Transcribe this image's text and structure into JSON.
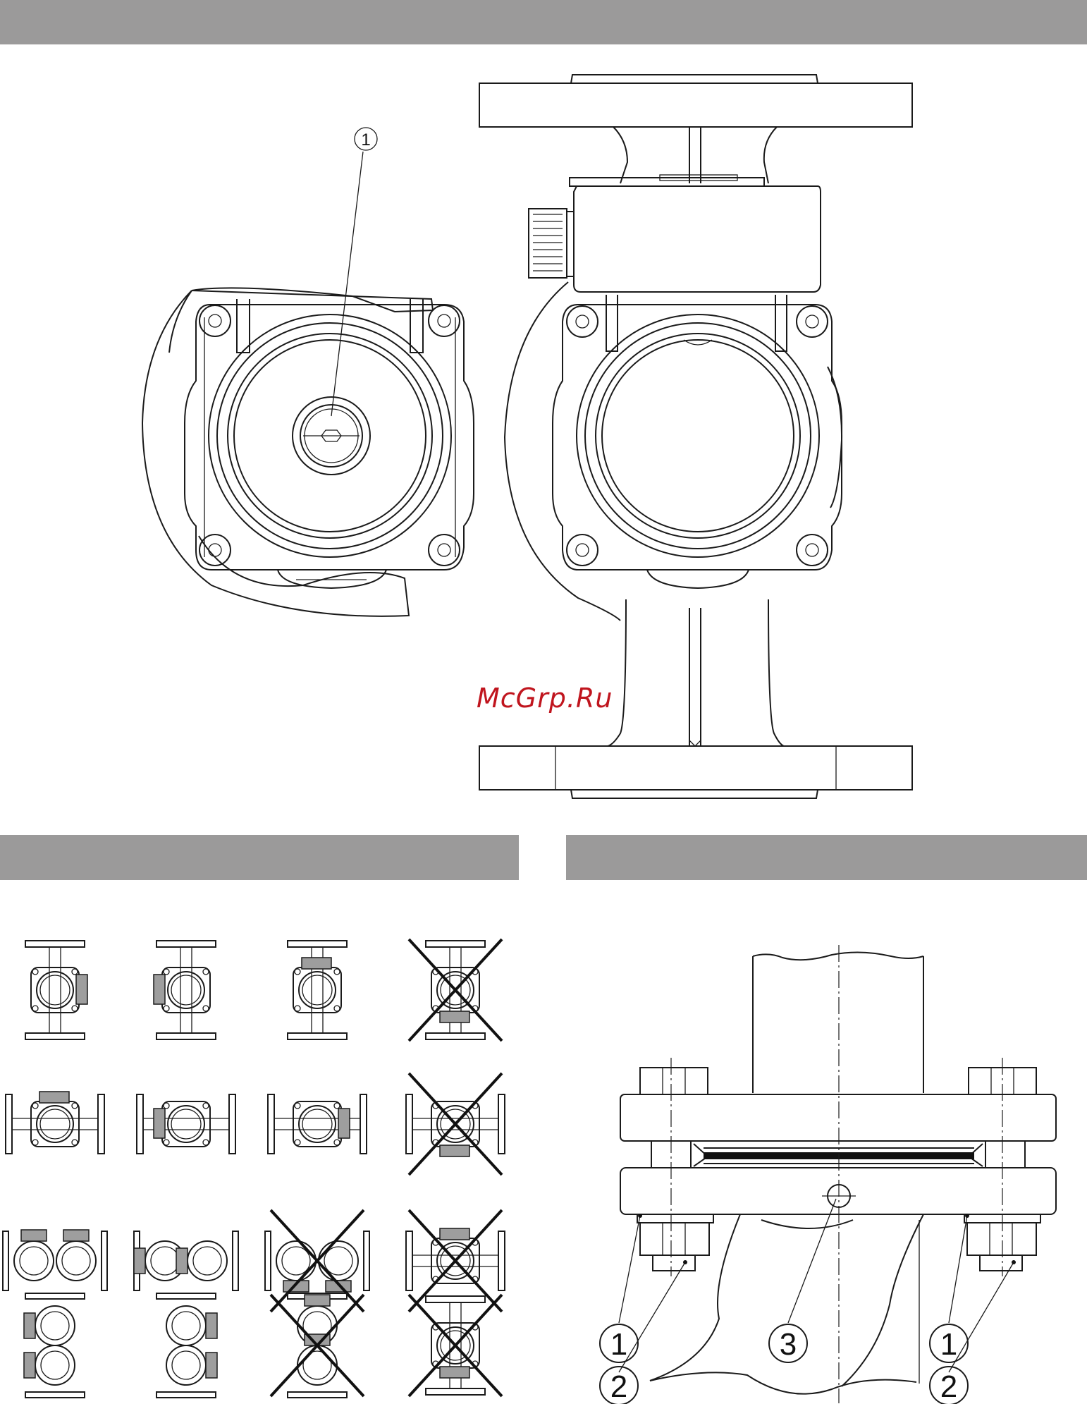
{
  "watermark": "McGrp.Ru",
  "figure_top": {
    "callouts": [
      "1"
    ]
  },
  "figure_bottom_right": {
    "callouts": [
      "1",
      "2",
      "3",
      "1",
      "2"
    ]
  },
  "positions_grid": {
    "rows": [
      [
        "allowed",
        "allowed",
        "allowed",
        "not-allowed"
      ],
      [
        "allowed",
        "allowed",
        "allowed",
        "not-allowed"
      ],
      [
        "allowed",
        "allowed",
        "not-allowed",
        "not-allowed"
      ],
      [
        "allowed",
        "allowed",
        "not-allowed",
        "not-allowed"
      ]
    ]
  },
  "colors": {
    "header_bar": "#9b9a9a",
    "motor_box": "#9e9e9e",
    "watermark": "#c0151e",
    "lines": "#1a1a1a"
  },
  "icons": [
    "cross-icon",
    "flange-icon",
    "pump-head-icon"
  ]
}
